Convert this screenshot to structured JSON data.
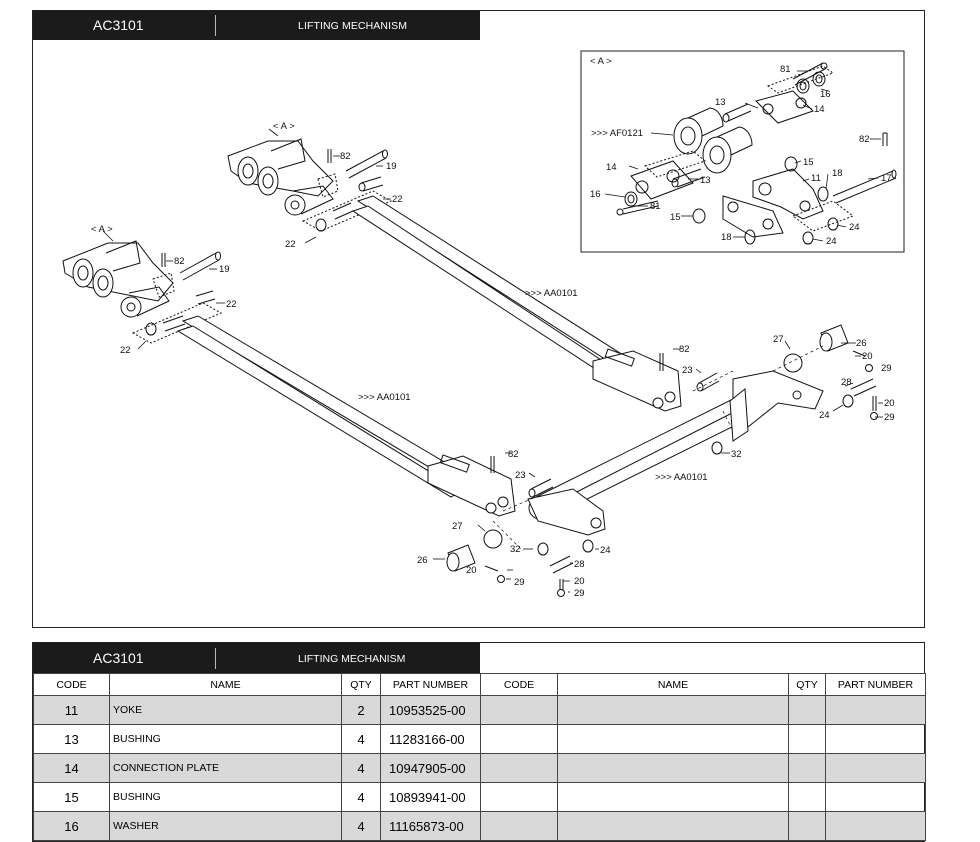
{
  "header": {
    "code": "AC3101",
    "title": "LIFTING MECHANISM"
  },
  "inset_title": "< A >",
  "callouts": {
    "a_left": "< A >",
    "a_mid": "< A >",
    "ref_left": ">>> AA0101",
    "ref_mid": ">>> AA0101",
    "ref_right": ">>> AA0101",
    "ref_inset": ">>> AF0121"
  },
  "table": {
    "code": "AC3101",
    "title": "LIFTING MECHANISM",
    "columns": [
      "CODE",
      "NAME",
      "QTY",
      "PART NUMBER",
      "CODE",
      "NAME",
      "QTY",
      "PART NUMBER"
    ],
    "rows": [
      {
        "code": "11",
        "name": "YOKE",
        "qty": "2",
        "part": "10953525-00"
      },
      {
        "code": "13",
        "name": "BUSHING",
        "qty": "4",
        "part": "11283166-00"
      },
      {
        "code": "14",
        "name": "CONNECTION PLATE",
        "qty": "4",
        "part": "10947905-00"
      },
      {
        "code": "15",
        "name": "BUSHING",
        "qty": "4",
        "part": "10893941-00"
      },
      {
        "code": "16",
        "name": "WASHER",
        "qty": "4",
        "part": "11165873-00"
      }
    ]
  }
}
